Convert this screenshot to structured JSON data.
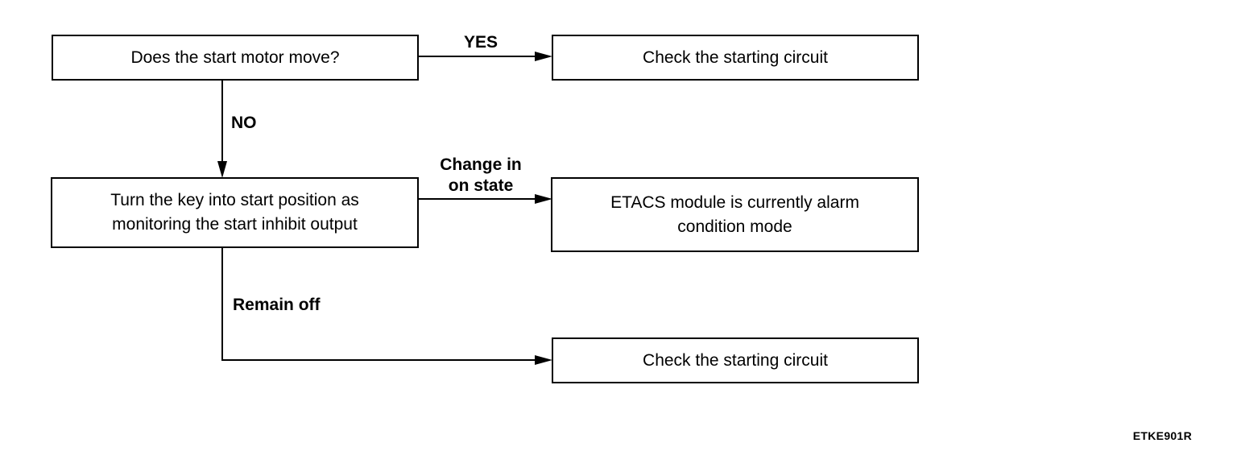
{
  "nodes": {
    "start_motor_question": "Does the start motor move?",
    "check_circuit_top": "Check the starting circuit",
    "turn_key_line1": "Turn the key into start position as",
    "turn_key_line2": "monitoring the start inhibit output",
    "etacs_line1": "ETACS module is currently alarm",
    "etacs_line2": "condition mode",
    "check_circuit_bottom": "Check the starting circuit"
  },
  "edges": {
    "yes_label": "YES",
    "no_label": "NO",
    "change_line1": "Change in",
    "change_line2": "on state",
    "remain_off_label": "Remain off"
  },
  "figure_id": "ETKE901R"
}
